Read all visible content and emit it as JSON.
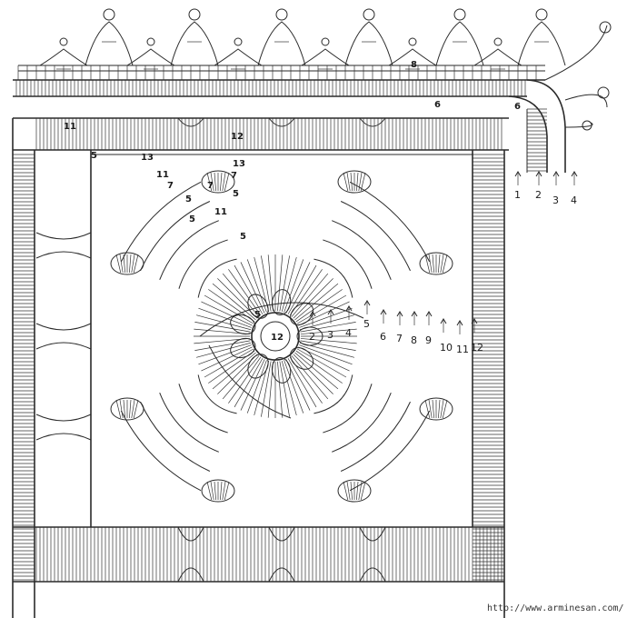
{
  "colors": {
    "ink": "#2a2a2a",
    "paper": "#ffffff"
  },
  "labels": {
    "round_1": "1",
    "round_2": "2",
    "round_3": "3",
    "round_4": "4",
    "round_5": "5",
    "round_6": "6",
    "round_7": "7",
    "round_8": "8",
    "round_9": "9",
    "round_10": "10",
    "round_11": "11",
    "round_12": "12",
    "round_13": "13"
  },
  "watermark": "http://www.arminesan.com/"
}
